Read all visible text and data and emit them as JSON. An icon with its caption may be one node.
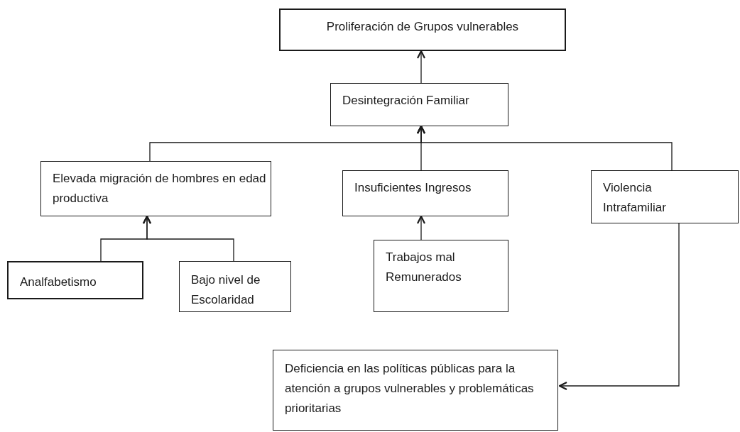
{
  "diagram": {
    "nodes": [
      {
        "text": [
          "Proliferación de Grupos vulnerables"
        ]
      },
      {
        "text": [
          "Desintegración Familiar"
        ]
      },
      {
        "text": [
          "Elevada migración de hombres en edad productiva"
        ]
      },
      {
        "text": [
          "Insuficientes Ingresos"
        ]
      },
      {
        "text": [
          "Violencia Intrafamiliar"
        ]
      },
      {
        "text": [
          "Analfabetismo"
        ]
      },
      {
        "text": [
          "Bajo nivel de Escolaridad"
        ]
      },
      {
        "text": [
          "Trabajos mal Remunerados"
        ]
      },
      {
        "text": [
          "Deficiencia en las políticas públicas para la atención a grupos vulnerables y problemáticas prioritarias"
        ]
      }
    ],
    "edges": [
      {
        "from": 1,
        "to": 0,
        "arrow": "to"
      },
      {
        "from": 2,
        "to": 1,
        "arrow": "to"
      },
      {
        "from": 3,
        "to": 1,
        "arrow": "to"
      },
      {
        "from": 4,
        "to": 1,
        "arrow": "to"
      },
      {
        "from": 5,
        "to": 2,
        "arrow": "to"
      },
      {
        "from": 6,
        "to": 2,
        "arrow": "to"
      },
      {
        "from": 7,
        "to": 3,
        "arrow": "to"
      },
      {
        "from": 4,
        "to": 8,
        "arrow": "to"
      }
    ]
  }
}
